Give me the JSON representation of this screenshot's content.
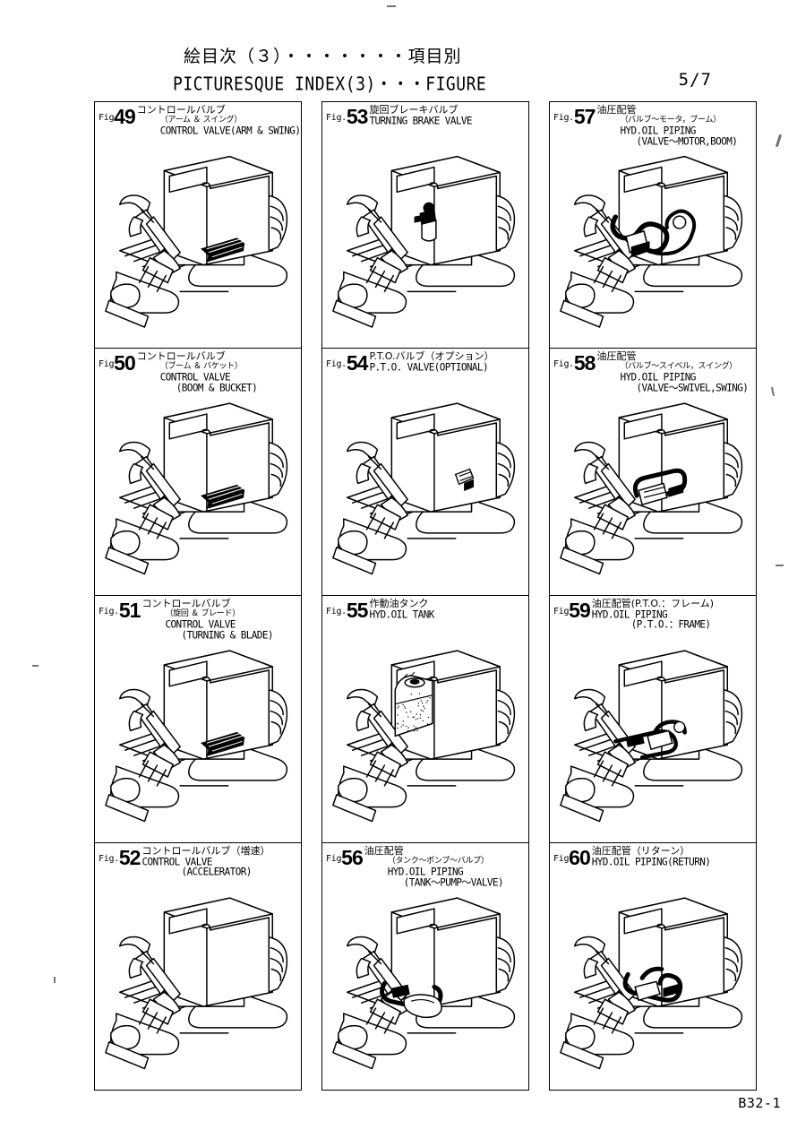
{
  "header": {
    "title_jp": "絵目次（３）・・・・・・・項目別",
    "title_en": "PICTURESQUE INDEX(3)・・・FIGURE",
    "page_number": "5/7"
  },
  "footer": {
    "code": "B32-1"
  },
  "labels": {
    "fig_prefix": "Fig.",
    "fig_prefix_plain": "Fig"
  },
  "figures": [
    {
      "number": "49",
      "prefix": "Fig",
      "jp1": "コントロールバルブ",
      "jp2": "（アーム ＆ スイング）",
      "en1": "CONTROL VALVE(ARM & SWING)",
      "en2": "",
      "art": "excavator-control-valve"
    },
    {
      "number": "50",
      "prefix": "Fig",
      "jp1": "コントロールバルブ",
      "jp2": "（ブーム ＆ バケット）",
      "en1": "CONTROL VALVE",
      "en2": "(BOOM & BUCKET)",
      "art": "excavator-control-valve"
    },
    {
      "number": "51",
      "prefix": "Fig.",
      "jp1": "コントロールバルブ",
      "jp2": "（旋回 ＆ ブレード）",
      "en1": "CONTROL VALVE",
      "en2": "(TURNING & BLADE)",
      "art": "excavator-control-valve"
    },
    {
      "number": "52",
      "prefix": "Fig.",
      "jp1": "コントロールバルブ（増速）",
      "jp2": "",
      "en1": "CONTROL VALVE",
      "en2": "(ACCELERATOR)",
      "art": "excavator-plain"
    },
    {
      "number": "53",
      "prefix": "Fig.",
      "jp1": "旋回ブレーキバルブ",
      "jp2": "",
      "en1": "TURNING BRAKE VALVE",
      "en2": "",
      "art": "excavator-brake-valve"
    },
    {
      "number": "54",
      "prefix": "Fig.",
      "jp1": "P.T.O.バルブ（オプション）",
      "jp2": "",
      "en1": "P.T.O. VALVE(OPTIONAL)",
      "en2": "",
      "art": "excavator-pto-valve"
    },
    {
      "number": "55",
      "prefix": "Fig.",
      "jp1": "作動油タンク",
      "jp2": "",
      "en1": "HYD.OIL TANK",
      "en2": "",
      "art": "excavator-oil-tank"
    },
    {
      "number": "56",
      "prefix": "Fig",
      "jp1": "油圧配管",
      "jp2": "（タンク〜ポンプ〜バルブ）",
      "en1": "HYD.OIL PIPING",
      "en2": "(TANK〜PUMP〜VALVE)",
      "art": "excavator-piping-low"
    },
    {
      "number": "57",
      "prefix": "Fig.",
      "jp1": "油圧配管",
      "jp2": "（バルブ〜モータ，ブーム）",
      "en1": "HYD.OIL PIPING",
      "en2": "(VALVE〜MOTOR,BOOM)",
      "art": "excavator-piping-high"
    },
    {
      "number": "58",
      "prefix": "Fig.",
      "jp1": "油圧配管",
      "jp2": "（バルブ〜スイベル，スイング）",
      "en1": "HYD.OIL PIPING",
      "en2": "(VALVE〜SWIVEL,SWING)",
      "art": "excavator-piping-mid"
    },
    {
      "number": "59",
      "prefix": "Fig",
      "jp1": "油圧配管(P.T.O.：フレーム)",
      "jp2": "",
      "en1": "HYD.OIL PIPING",
      "en2": "(P.T.O.：FRAME)",
      "art": "excavator-piping-frame"
    },
    {
      "number": "60",
      "prefix": "Fig",
      "jp1": "油圧配管（リターン）",
      "jp2": "",
      "en1": "HYD.OIL PIPING(RETURN)",
      "en2": "",
      "art": "excavator-piping-return"
    }
  ]
}
